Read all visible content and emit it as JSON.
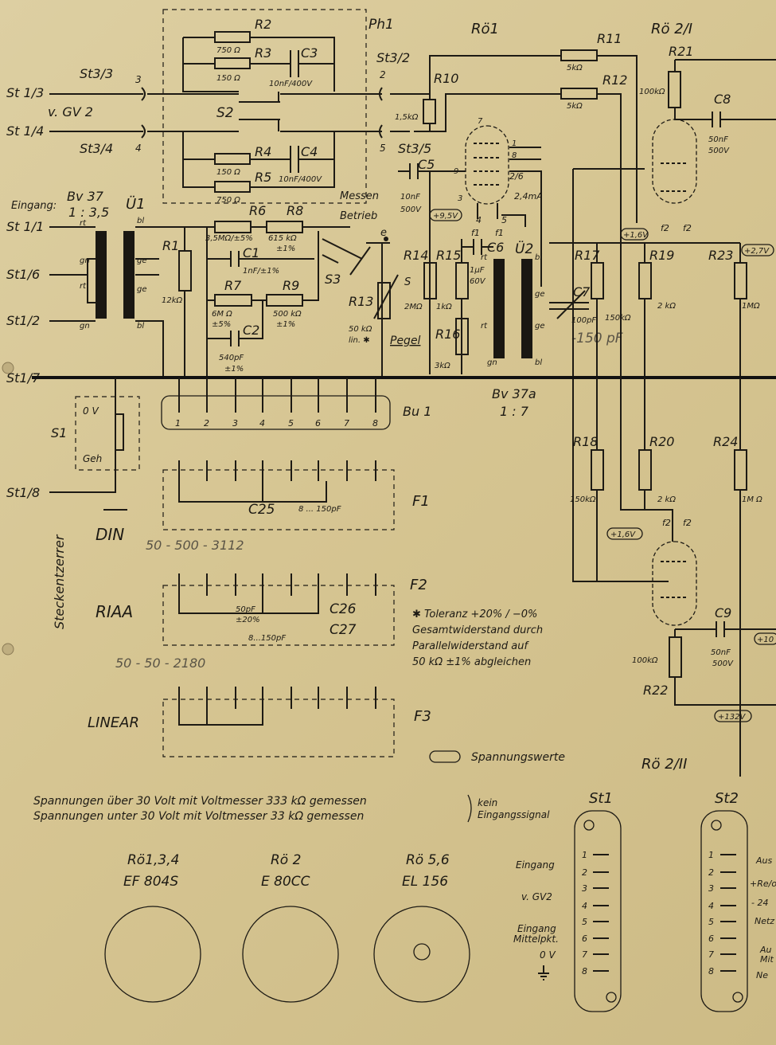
{
  "tubes": {
    "ro1": "Rö1",
    "ro2_1": "Rö 2/I",
    "ro2_2": "Rö 2/II"
  },
  "switch_ph1": "Ph1",
  "components": {
    "R1": "R1",
    "R2": "R2",
    "R3": "R3",
    "R4": "R4",
    "R5": "R5",
    "R6": "R6",
    "R7": "R7",
    "R8": "R8",
    "R9": "R9",
    "R10": "R10",
    "R11": "R11",
    "R12": "R12",
    "R13": "R13",
    "R14": "R14",
    "R15": "R15",
    "R16": "R16",
    "R17": "R17",
    "R18": "R18",
    "R19": "R19",
    "R20": "R20",
    "R21": "R21",
    "R22": "R22",
    "R23": "R23",
    "R24": "R24",
    "C1": "C1",
    "C2": "C2",
    "C3": "C3",
    "C4": "C4",
    "C5": "C5",
    "C6": "C6",
    "C7": "C7",
    "C8": "C8",
    "C9": "C9",
    "C25": "C25",
    "C26": "C26",
    "C27": "C27",
    "S1": "S1",
    "S2": "S2",
    "S3": "S3",
    "U1": "Ü1",
    "U2": "Ü2"
  },
  "values": {
    "r2": "750 Ω",
    "r3": "150 Ω",
    "c3": "10nF/400V",
    "r4": "150 Ω",
    "c4": "10nF/400V",
    "r5": "750 Ω",
    "r6": "3,5MΩ/±5%",
    "r8": "615 kΩ",
    "r8tol": "±1%",
    "c1": "1nF/±1%",
    "r7": "6M Ω",
    "r7tol": "±5%",
    "r9": "500 kΩ",
    "r9tol": "±1%",
    "c2": "540pF",
    "c2tol": "±1%",
    "r1": "12kΩ",
    "r10": "1,5kΩ",
    "r11": "5kΩ",
    "r12": "5kΩ",
    "c5": "10nF",
    "c5v": "500V",
    "r14": "2MΩ",
    "r15": "1kΩ",
    "c6": "1µF",
    "c6v": "60V",
    "r16": "3kΩ",
    "r13": "50 kΩ",
    "r13b": "lin. ✱",
    "current": "2,4mA",
    "c7": "100pF",
    "c7hand": "-150 pF",
    "r17": "150kΩ",
    "r19": "2 kΩ",
    "r21": "100kΩ",
    "c8": "50nF",
    "c8v": "500V",
    "r23": "1MΩ",
    "r18": "150kΩ",
    "r20": "2 kΩ",
    "r24": "1M Ω",
    "r22": "100kΩ",
    "c9": "50nF",
    "c9v": "500V",
    "c25": "8 ... 150pF",
    "c26": "50pF",
    "c26tol": "±20%",
    "c27": "8...150pF"
  },
  "voltages": [
    "+9,5V",
    "+1,6V",
    "+2,7V",
    "+1,6V",
    "+132V",
    "+10"
  ],
  "connectors": {
    "st1_3": "St 1/3",
    "st1_4": "St 1/4",
    "st1_1": "St 1/1",
    "st1_6": "St1/6",
    "st1_2": "St1/2",
    "st1_7": "St1/7",
    "st1_8": "St1/8",
    "st3_3": "St3/3",
    "st3_4": "St3/4",
    "st3_2": "St3/2",
    "st3_5": "St3/5",
    "vgv2": "v. GV 2",
    "n3": "3",
    "n4": "4",
    "n2": "2",
    "n5": "5",
    "eingang": "Eingang:",
    "bv37": "Bv 37",
    "ratio1": "1 : 3,5",
    "bv37a": "Bv 37a",
    "ratio2": "1 : 7",
    "messen": "Messen",
    "betrieb": "Betrieb",
    "pegel": "Pegel",
    "bu1": "Bu 1",
    "ov": "0 V",
    "geh": "Geh",
    "din": "DIN",
    "riaa": "RIAA",
    "linear": "LINEAR",
    "f1": "F1",
    "f2": "F2",
    "f3": "F3",
    "steck": "Steckentzerrer"
  },
  "handwritten": {
    "h1": "50 - 500 - 3112",
    "h2": "50 - 50 - 2180"
  },
  "notes": {
    "tol1": "✱ Toleranz +20% / −0%",
    "tol2": "Gesamtwiderstand durch",
    "tol3": "Parallelwiderstand auf",
    "tol4": "50 kΩ ±1% abgleichen",
    "legend": "Spannungswerte",
    "v1": "Spannungen über 30 Volt mit Voltmesser 333 kΩ gemessen",
    "v2": "Spannungen unter 30 Volt mit Voltmesser 33 kΩ gemessen",
    "kein": "kein",
    "signal": "Eingangssignal"
  },
  "pinouts": [
    {
      "title1": "Rö1,3,4",
      "title2": "EF 804S"
    },
    {
      "title1": "Rö 2",
      "title2": "E 80CC"
    },
    {
      "title1": "Rö 5,6",
      "title2": "EL 156"
    }
  ],
  "st1": {
    "title": "St1",
    "labels": [
      "Eingang",
      "v. GV2",
      "Eingang",
      "Mittelpkt.",
      "0 V"
    ]
  },
  "st2": {
    "title": "St2",
    "labels": [
      "Aus",
      "+Re/o",
      "- 24",
      "Netz",
      "Au",
      "Mit",
      "Ne"
    ]
  }
}
